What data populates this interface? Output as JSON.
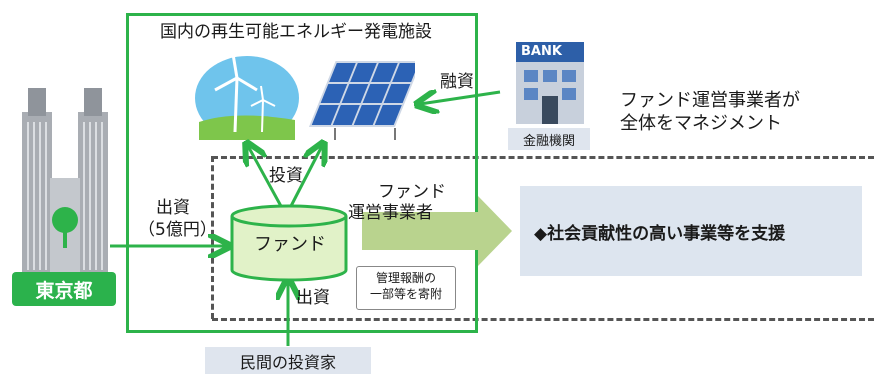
{
  "facility": {
    "title": "国内の再生可能エネルギー発電施設"
  },
  "bank": {
    "sign": "BANK",
    "caption": "金融機関",
    "flow_label": "融資"
  },
  "manager_note": {
    "line1": "ファンド運営事業者が",
    "line2": "全体をマネジメント"
  },
  "tokyo": {
    "label": "東京都",
    "flow_line1": "出資",
    "flow_line2": "（5億円）"
  },
  "fund": {
    "label": "ファンド"
  },
  "invest": {
    "label": "投資"
  },
  "operator": {
    "line1": "ファンド",
    "line2": "運営事業者"
  },
  "fee_box": {
    "line1": "管理報酬の",
    "line2": "一部等を寄附"
  },
  "investors": {
    "label": "民間の投資家",
    "flow_label": "出資"
  },
  "support": {
    "text": "◆社会貢献性の高い事業等を支援"
  },
  "colors": {
    "green": "#2db34a",
    "box_blue": "#dde5ef",
    "arrow_light": "#b9d38e"
  }
}
